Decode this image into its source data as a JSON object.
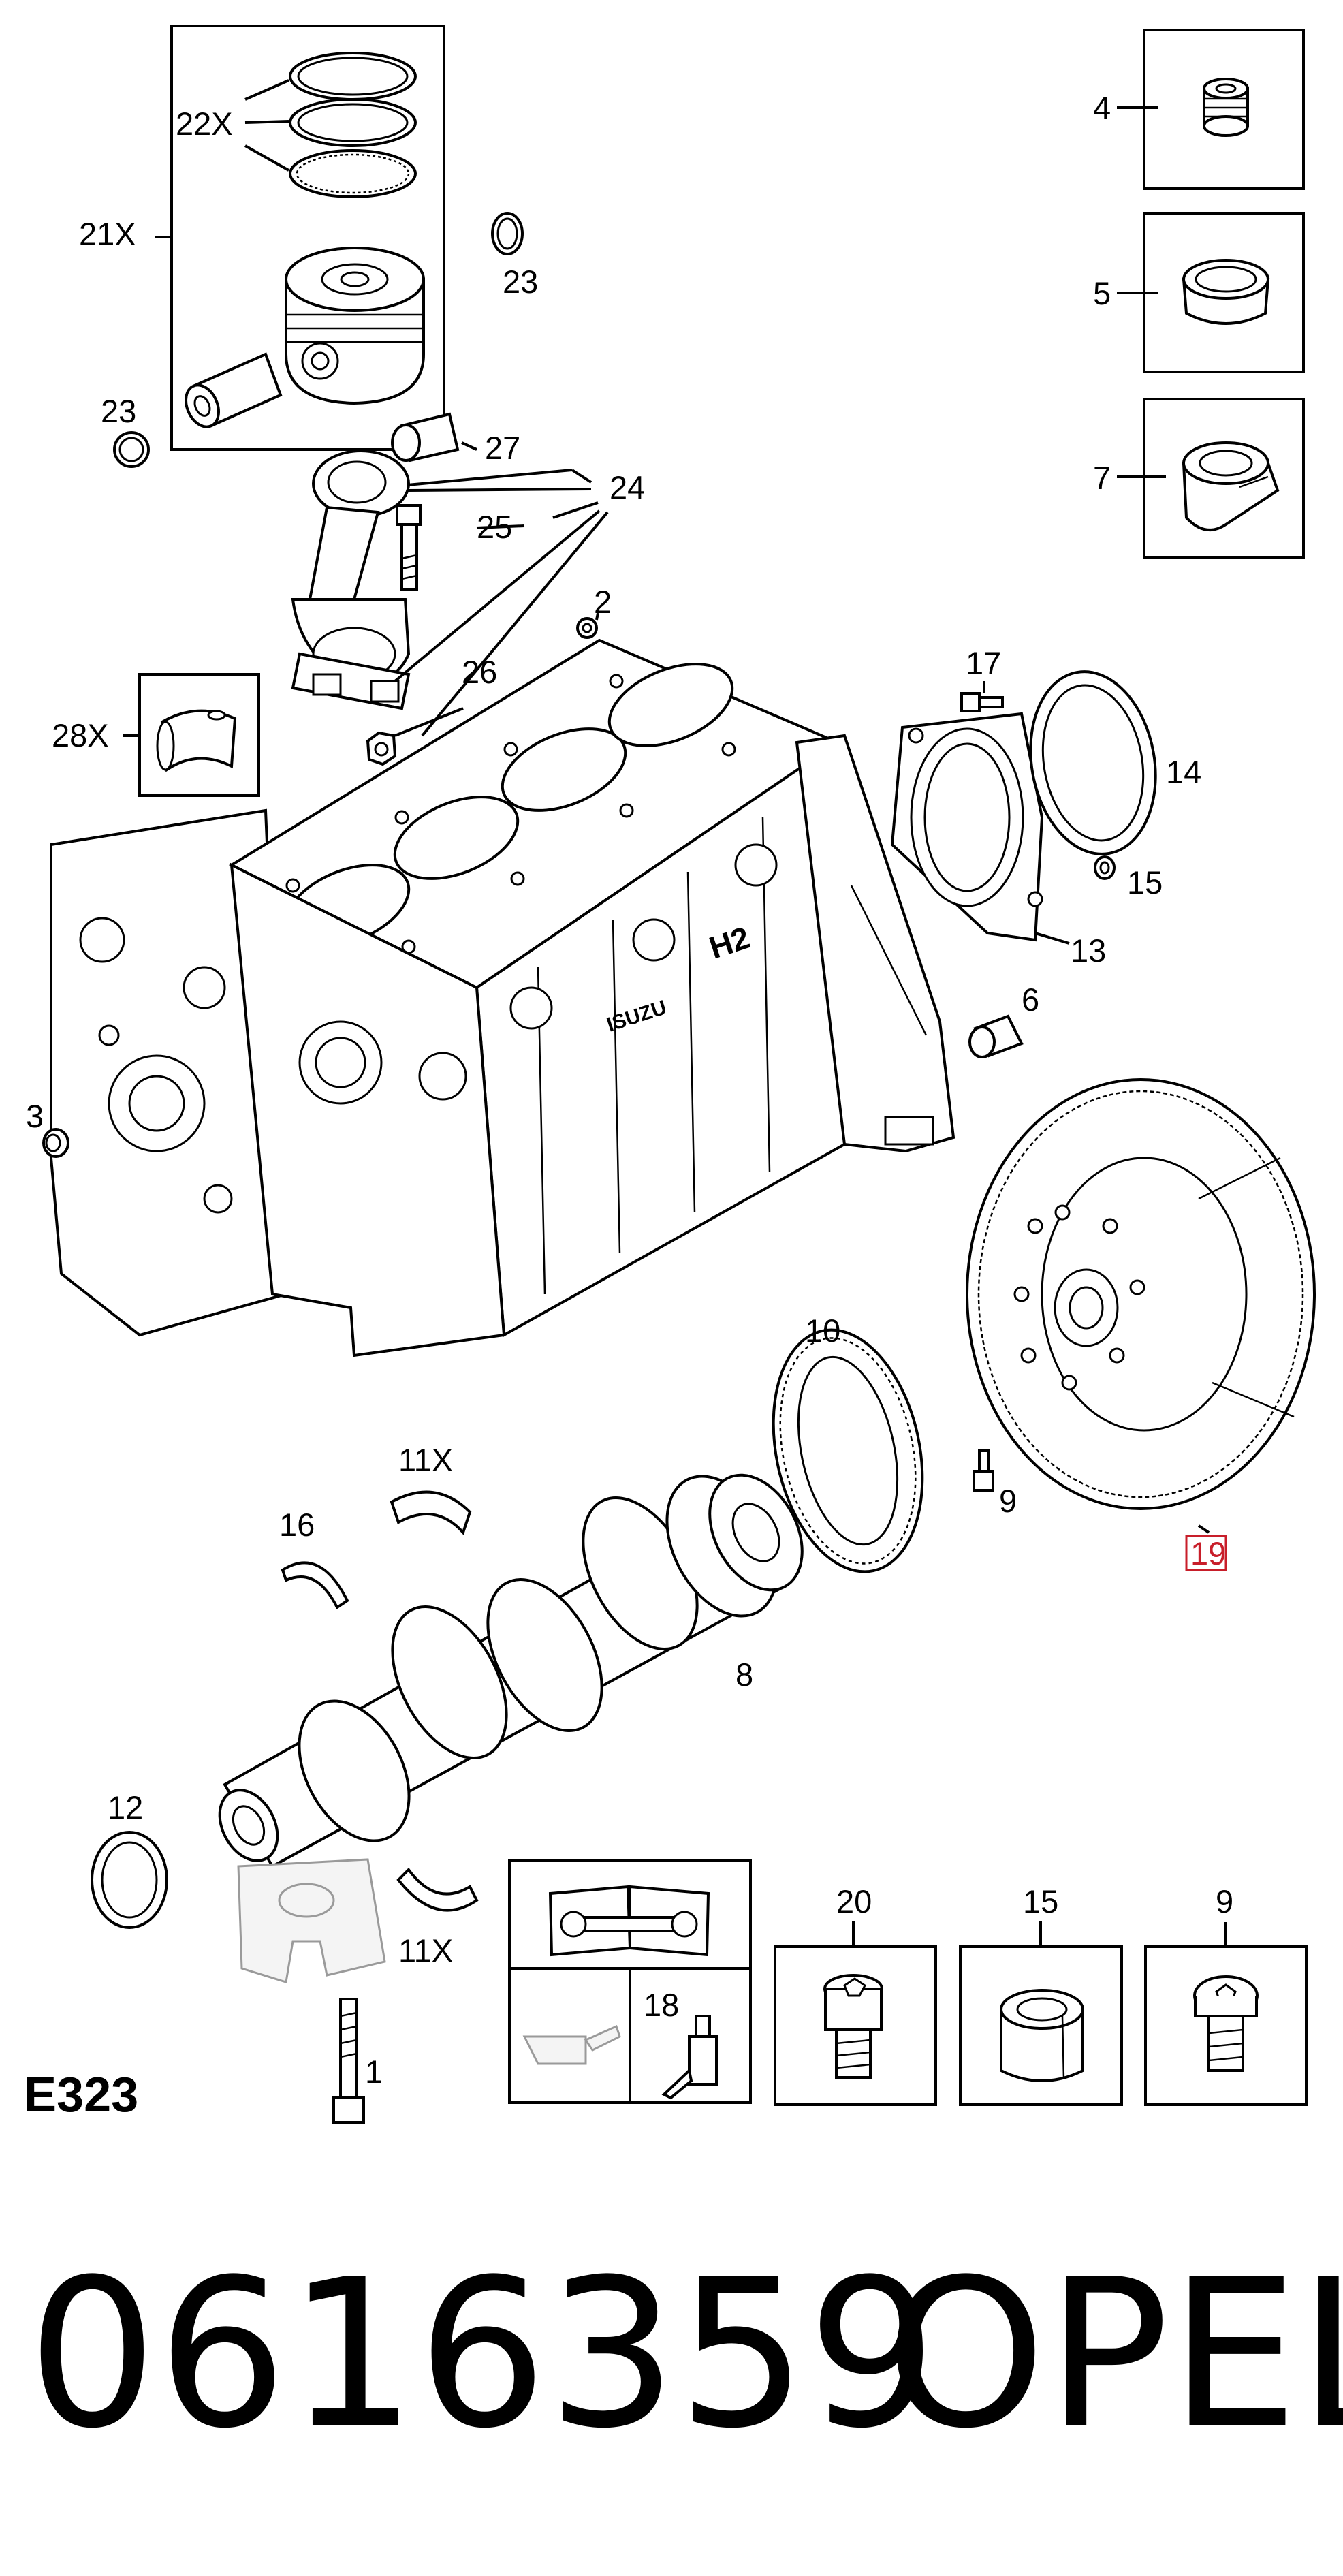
{
  "diagram_code": "E323",
  "part_number": "0616359",
  "brand": "OPEL",
  "highlighted_callout": "19",
  "callouts": {
    "c21x": "21X",
    "c22x": "22X",
    "c23a": "23",
    "c23b": "23",
    "c27": "27",
    "c24": "24",
    "c25": "25",
    "c26": "26",
    "c28x": "28X",
    "c2": "2",
    "c3": "3",
    "c4": "4",
    "c5": "5",
    "c7": "7",
    "c17": "17",
    "c14": "14",
    "c15a": "15",
    "c13": "13",
    "c6": "6",
    "c10": "10",
    "c9a": "9",
    "c19": "19",
    "c11xa": "11X",
    "c16": "16",
    "c8": "8",
    "c12": "12",
    "c11xb": "11X",
    "c1": "1",
    "c18": "18",
    "c20": "20",
    "c15b": "15",
    "c9b": "9"
  },
  "block_cast_text": {
    "brand": "ISUZU",
    "model": "H2"
  }
}
